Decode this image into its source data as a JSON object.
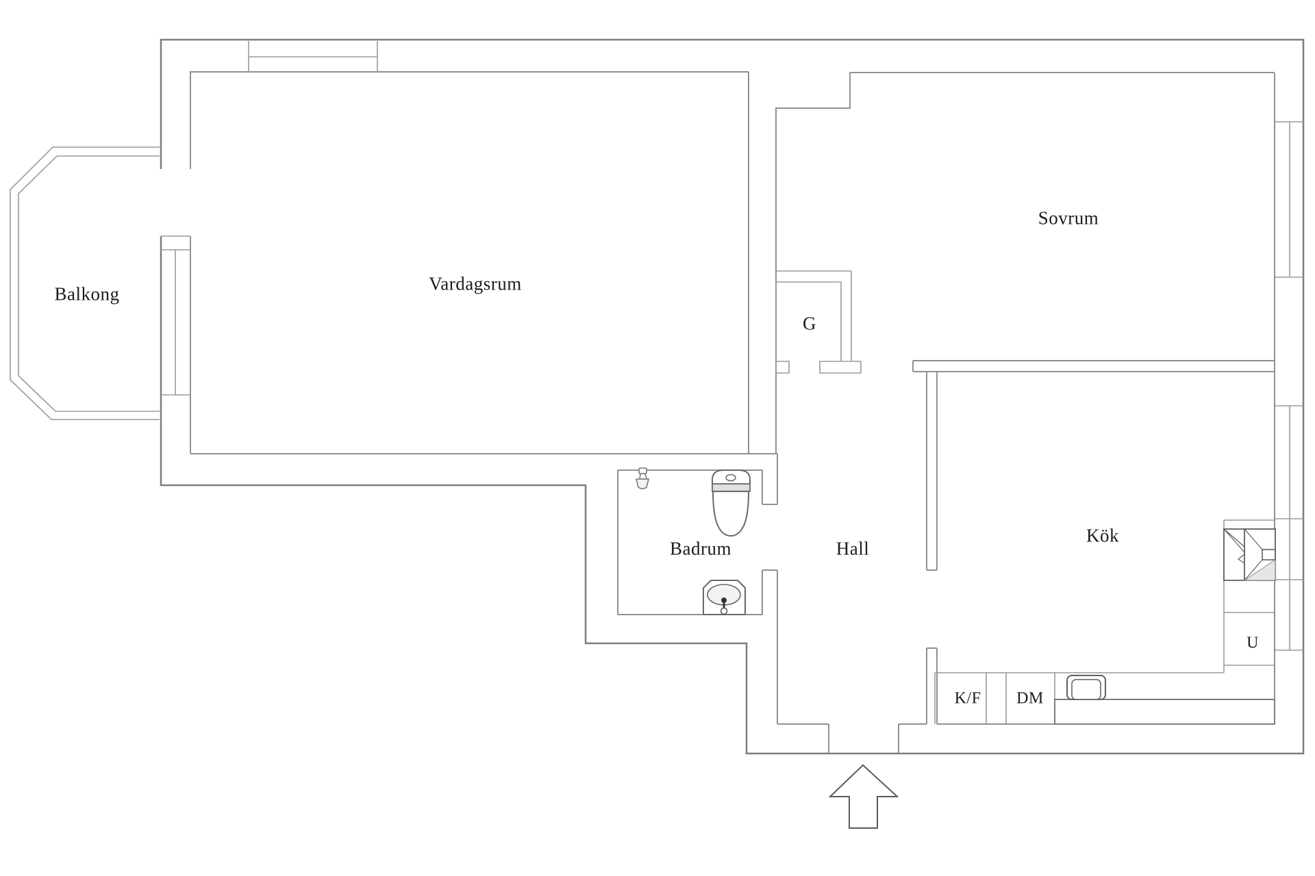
{
  "plan": {
    "type": "apartment-floor-plan",
    "background_color": "#ffffff",
    "outer_wall_color": "#7d7d7d",
    "inner_wall_color": "#909090",
    "thin_line_color": "#a0a0a0",
    "fixture_line_color": "#6a6a6a",
    "fixture_fill_color": "#e6e6e6",
    "text_color": "#1c1c1c",
    "rooms": {
      "balcony": {
        "label": "Balkong"
      },
      "living_room": {
        "label": "Vardagsrum"
      },
      "bedroom": {
        "label": "Sovrum"
      },
      "wardrobe": {
        "label": "G"
      },
      "bathroom": {
        "label": "Badrum"
      },
      "hall": {
        "label": "Hall"
      },
      "kitchen": {
        "label": "Kök"
      }
    },
    "appliances": {
      "fridge_freezer": {
        "label": "K/F"
      },
      "dishwasher": {
        "label": "DM"
      },
      "utility": {
        "label": "U"
      }
    },
    "icons": [
      "toilet-icon",
      "shower-icon",
      "bathroom-sink-icon",
      "kitchen-sink-icon",
      "fireplace-icon",
      "entrance-arrow-icon",
      "window-symbol",
      "door-opening"
    ]
  }
}
